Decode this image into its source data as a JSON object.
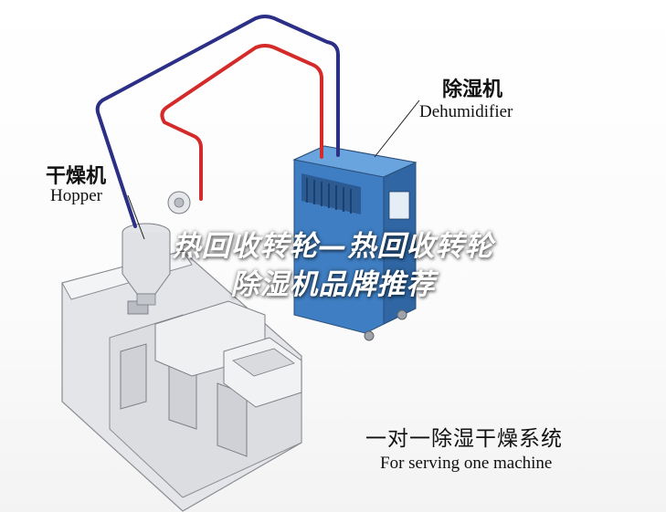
{
  "labels": {
    "dehumidifier_cn": "除湿机",
    "dehumidifier_en": "Dehumidifier",
    "hopper_cn": "干燥机",
    "hopper_en": "Hopper",
    "system_cn": "一对一除湿干燥系统",
    "system_en": "For serving one machine"
  },
  "overlay_title": {
    "line1": "热回收转轮—热回收转轮",
    "line2": "除湿机品牌推荐"
  },
  "colors": {
    "pipe_blue": "#2b2f86",
    "pipe_red": "#d42a2a",
    "dehumidifier_body": "#4a86c8",
    "machine_body": "#e9eaec",
    "overlay_text": "#ffffff"
  }
}
